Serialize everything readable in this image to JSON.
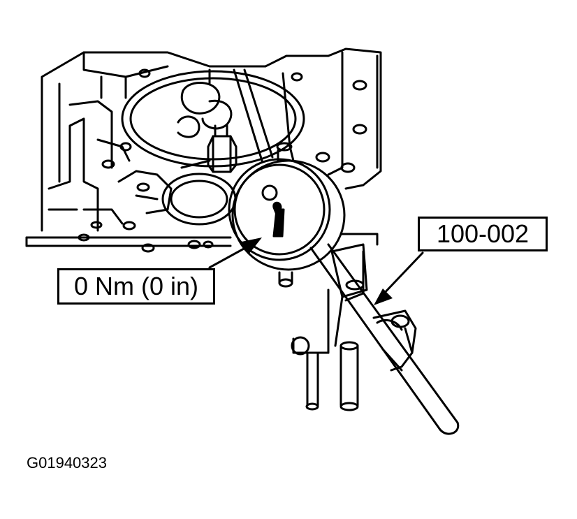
{
  "callouts": {
    "torque_label": "0 Nm (0 in)",
    "tool_label": "100-002"
  },
  "figure_id": "G01940323",
  "colors": {
    "line": "#000000",
    "background": "#ffffff"
  }
}
